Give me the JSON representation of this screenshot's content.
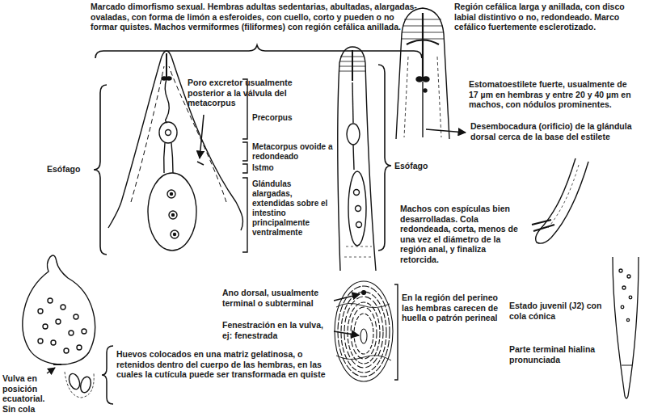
{
  "diagram": {
    "labels": [
      "Marcado dimorfismo sexual. Hembras adultas sedentarias, abultadas, alargadas-ovaladas, con forma de limón a esferoides, con cuello, corto y pueden o no formar quistes. Machos vermiformes (filiformes) con región cefálica anillada.",
      "Poro excretor usualmente posterior a la válvula del metacorpus",
      "Esófago",
      "Precorpus",
      "Metacorpus ovoide a redondeado",
      "Istmo",
      "Glándulas alargadas, extendidas sobre el intestino principalmente ventralmente",
      "Esófago",
      "Región cefálica larga y anillada, con disco labial distintivo o no, redondeado. Marco cefálico fuertemente esclerotizado.",
      "Estomatoestilete fuerte, usualmente de 17 µm en hembras y entre 20 y 40 µm en machos, con nódulos prominentes.",
      "Desembocadura (orificio) de la glándula dorsal cerca de la base del estilete",
      "Machos con espículas bien desarrolladas. Cola redondeada, corta, menos de una vez el diámetro de la región anal, y finaliza retorcida.",
      "Ano dorsal, usualmente terminal o subterminal",
      "Fenestración en la vulva, ej: fenestrada",
      "En la región del perineo las hembras carecen de huella o patrón perineal",
      "Estado juvenil (J2) con cola cónica",
      "Parte terminal hialina pronunciada",
      "Vulva en posición ecuatorial. Sin cola",
      "Huevos colocados en una matriz gelatinosa, o retenidos dentro del cuerpo de las hembras, en las cuales la cutícula puede ser transformada en quiste"
    ]
  }
}
